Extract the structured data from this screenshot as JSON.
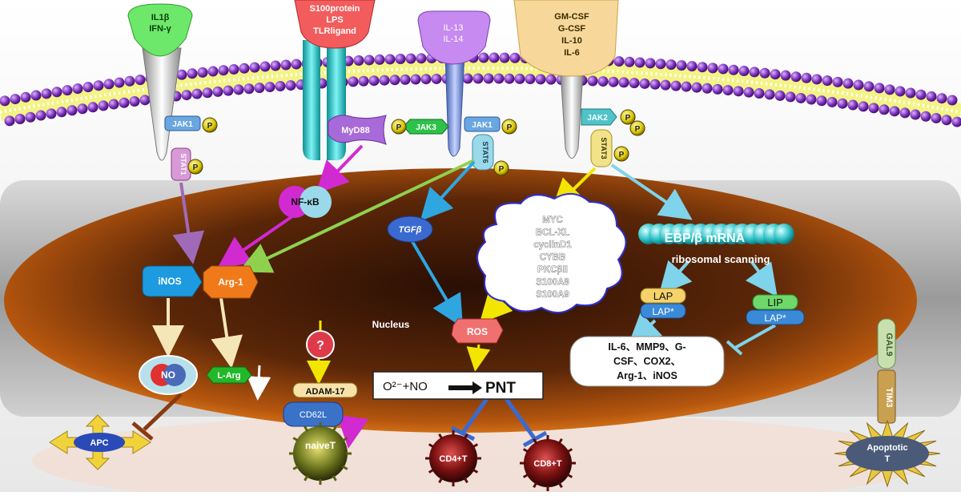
{
  "receptors": {
    "il1b": [
      "IL1β",
      "IFN-γ"
    ],
    "s100": [
      "S100protein",
      "LPS",
      "TLRligand"
    ],
    "il13": [
      "IL-13",
      "IL-14"
    ],
    "gmcsf": [
      "GM-CSF",
      "G-CSF",
      "IL-10",
      "IL-6"
    ]
  },
  "kinases": {
    "jak1_left": "JAK1",
    "stat1": "STAT1",
    "myd88": "MyD88",
    "jak3": "JAK3",
    "jak1_mid": "JAK1",
    "stat6": "STAT6",
    "jak2": "JAK2",
    "stat3": "STAT3",
    "p": "P"
  },
  "cytoplasm": {
    "nfkb": "NF-κB",
    "inos": "iNOS",
    "arg1": "Arg-1",
    "tgfb": "TGFβ",
    "genes": [
      "MYC",
      "BCL-XL",
      "cyclinD1",
      "CYBB",
      "PKCβII",
      "S100A8",
      "S100A9"
    ],
    "ebp_mrna": "EBP/β mRNA",
    "ribosomal": "ribosomal scanning",
    "lap": "LAP",
    "lap_star": "LAP*",
    "lip": "LIP",
    "lip_star": "LAP*",
    "nucleus": "Nucleus",
    "ros": "ROS",
    "question": "?",
    "products": [
      "IL-6、MMP9、G-",
      "CSF、COX2、",
      "Arg-1、iNOS"
    ]
  },
  "bottom": {
    "no": "NO",
    "larg": "L-Arg",
    "adam17": "ADAM-17",
    "cd62l": "CD62L",
    "naive": "naiveT",
    "pnt_prefix": "O²⁻+NO",
    "pnt": "PNT",
    "cd4": "CD4+T",
    "cd8": "CD8+T",
    "apc": "APC",
    "gal9": "GAL9",
    "tim3": "TIM3",
    "apoptotic": [
      "Apoptotic",
      "T"
    ]
  }
}
